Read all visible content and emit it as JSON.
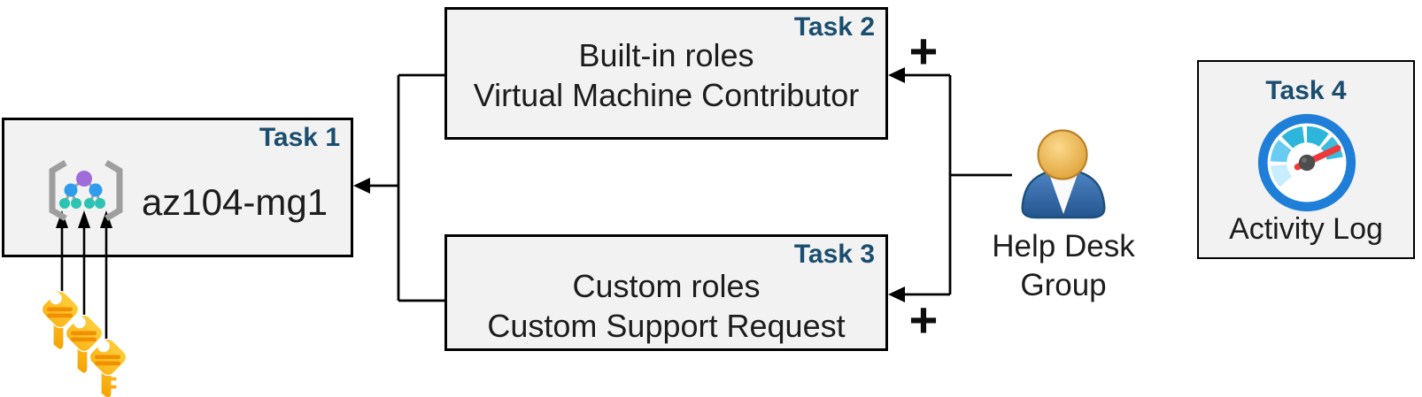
{
  "tasks": {
    "t1": {
      "label": "Task 1",
      "title": "az104-mg1"
    },
    "t2": {
      "label": "Task 2",
      "line1": "Built-in roles",
      "line2": "Virtual Machine Contributor"
    },
    "t3": {
      "label": "Task 3",
      "line1": "Custom roles",
      "line2": "Custom Support Request"
    },
    "t4": {
      "label": "Task 4",
      "title": "Activity Log"
    }
  },
  "actors": {
    "help_desk_group": {
      "line1": "Help Desk",
      "line2": "Group"
    }
  },
  "connectors": {
    "plus_top": "+",
    "plus_bottom": "+"
  },
  "icons": {
    "task1": "management-group-icon",
    "task1_attachments": "keys-icon",
    "task4": "activity-log-gauge-icon",
    "help_desk_group": "user-icon"
  },
  "colors": {
    "task_label_navy": "#1b4d6e",
    "box_fill": "#f2f2f2",
    "box_border": "#000000",
    "connector_black": "#000000",
    "key_yellow": "#f9b410",
    "key_stripe_orange": "#f09000",
    "gauge_ring_blue": "#1f7fd8",
    "gauge_segment_teal": "#2db6dc",
    "needle_red": "#ee3a39",
    "person_body_blue": "#2d639f",
    "person_head_orange": "#e8a93d",
    "mg_node_purple": "#a06bdb",
    "mg_node_blue": "#2f9ced",
    "mg_node_teal": "#2dc3b3",
    "mg_bracket_gray": "#9e9e9e"
  }
}
